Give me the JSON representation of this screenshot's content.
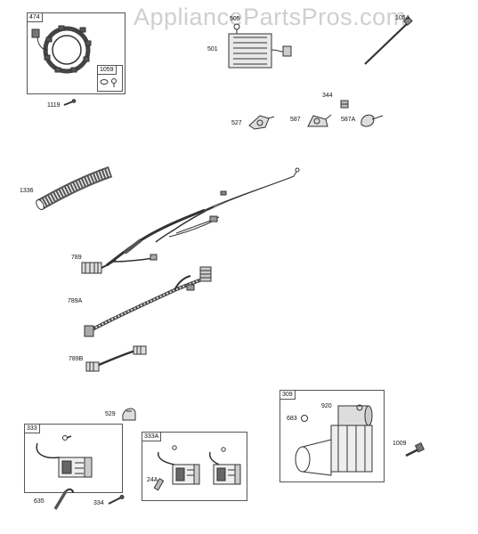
{
  "watermark": "AppliancePartsPros.com",
  "parts": {
    "p474": "474",
    "p1059": "1059",
    "p1119": "1119",
    "p505": "505",
    "p501": "501",
    "p1054": "1054",
    "p344": "344",
    "p527": "527",
    "p587": "587",
    "p587A": "587A",
    "p1336": "1336",
    "p789": "789",
    "p789A": "789A",
    "p789B": "789B",
    "p309": "309",
    "p920": "920",
    "p683": "683",
    "p1009": "1009",
    "p529": "529",
    "p333": "333",
    "p333A": "333A",
    "p24A": "24A",
    "p635": "635",
    "p334": "334"
  }
}
